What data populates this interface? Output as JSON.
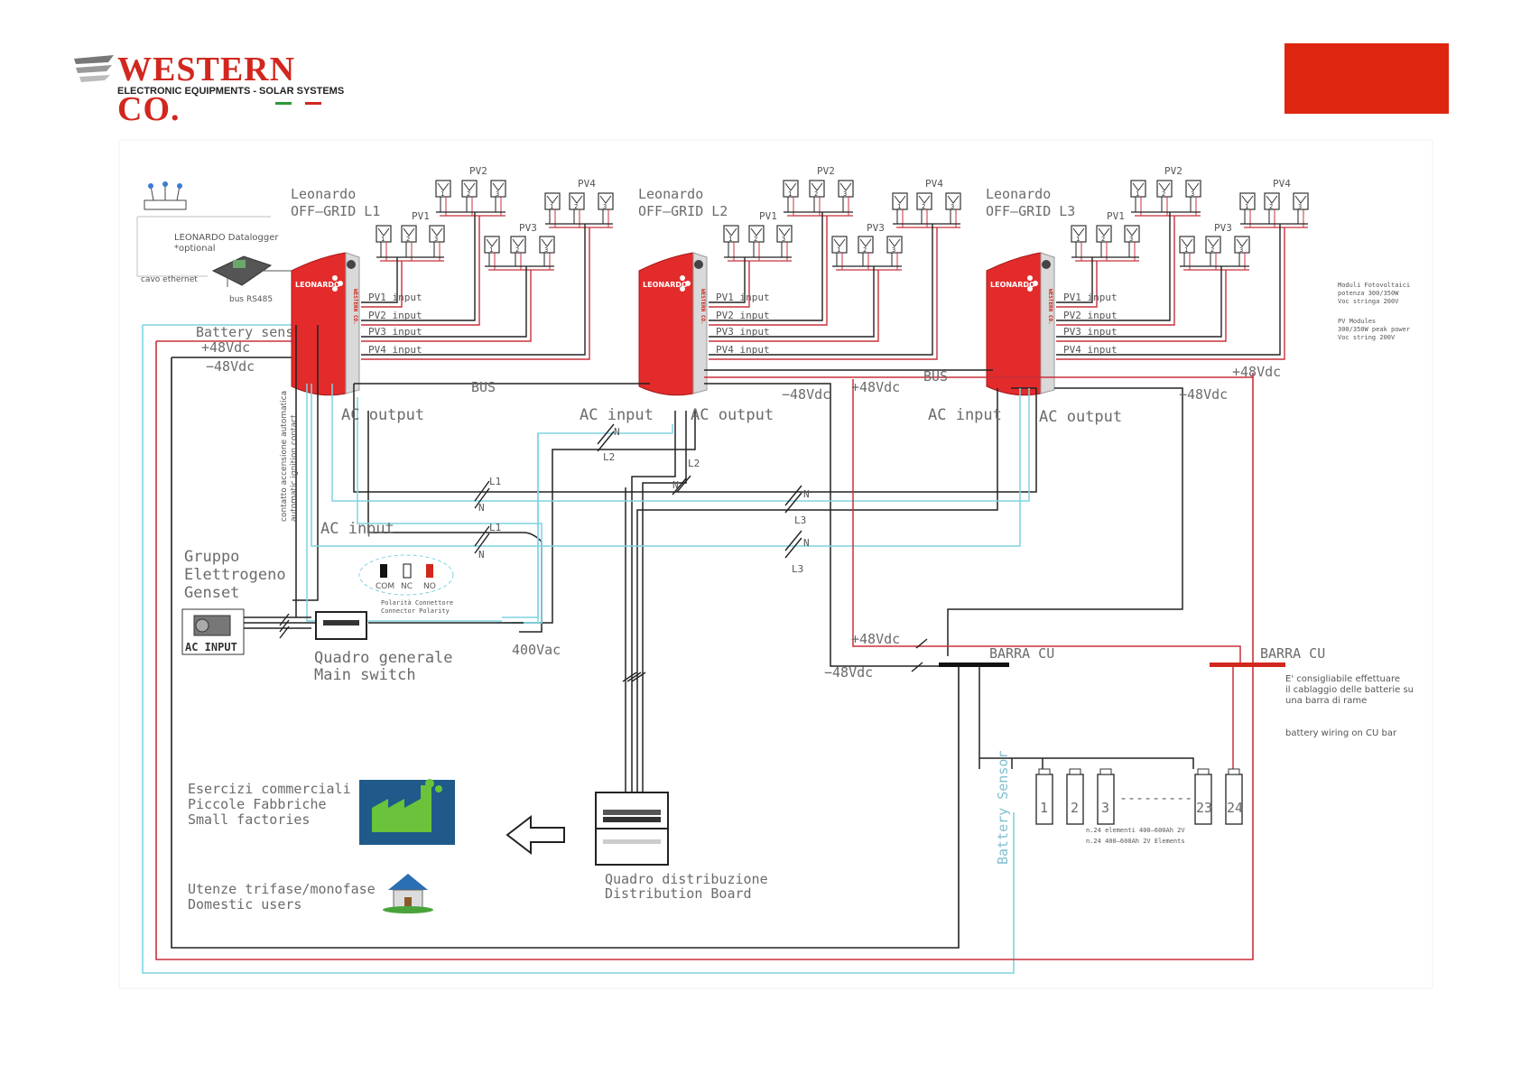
{
  "header": {
    "logo_name": "WESTERN CO.",
    "logo_tagline": "ELECTRONIC EQUIPMENTS - SOLAR SYSTEMS",
    "brand_color": "#d2271e",
    "corner_box_color": "#de2510"
  },
  "datalogger": {
    "title": "LEONARDO Datalogger",
    "subtitle": "*optional",
    "cable_label": "cavo ethernet",
    "bus_label": "bus RS485"
  },
  "inverters": [
    {
      "name": "Leonardo",
      "model": "OFF–GRID L1"
    },
    {
      "name": "Leonardo",
      "model": "OFF–GRID L2"
    },
    {
      "name": "Leonardo",
      "model": "OFF–GRID L3"
    }
  ],
  "inverter_brand_text": "LEONARDO",
  "inverter_side_text": "WESTERN CO.",
  "pv_groups": [
    "PV1",
    "PV2",
    "PV3",
    "PV4"
  ],
  "module_numbers": [
    "1",
    "2",
    "3"
  ],
  "pv_inputs": [
    "PV1 input",
    "PV2 input",
    "PV3 input",
    "PV4 input"
  ],
  "labels": {
    "battery_sensor": "Battery sensor",
    "plus48": "+48Vdc",
    "minus48": "−48Vdc",
    "bus": "BUS",
    "ac_output": "AC output",
    "ac_input": "AC input",
    "l1": "L1",
    "l2": "L2",
    "l3": "L3",
    "n": "N",
    "ignition_contact_it": "contatto accensione automatica",
    "ignition_contact_en": "automatic ignition contact",
    "genset_it_1": "Gruppo",
    "genset_it_2": "Elettrogeno",
    "genset_en": "Genset",
    "ac_input_caps": "AC INPUT",
    "relay_com": "COM",
    "relay_nc": "NC",
    "relay_no": "NO",
    "polarity_it": "Polarità Connettore",
    "polarity_en": "Connector Polarity",
    "main_switch_it": "Quadro generale",
    "main_switch_en": "Main switch",
    "vac400": "400Vac",
    "barra_cu": "BARRA CU",
    "battery_sensor_vertical": "Battery Sensor",
    "dist_board_it": "Quadro distribuzione",
    "dist_board_en": "Distribution Board",
    "commercial_1": "Esercizi commerciali",
    "commercial_2": "Piccole Fabbriche",
    "commercial_3": "Small factories",
    "domestic_1": "Utenze trifase/monofase",
    "domestic_2": "Domestic users",
    "battery_dashes": "---------",
    "battery_spec_it": "n.24 elementi 400–600Ah 2V",
    "battery_spec_en": "n.24 400–600Ah 2V Elements"
  },
  "batteries": [
    "1",
    "2",
    "3",
    "23",
    "24"
  ],
  "notes": {
    "pv_it_1": "Moduli Fotovoltaici",
    "pv_it_2": "potenza 300/350W",
    "pv_it_3": "Voc stringa 200V",
    "pv_en_1": "PV Modules",
    "pv_en_2": "300/350W peak power",
    "pv_en_3": "Voc string 200V",
    "cu_it_1": "E' consigliabile effettuare",
    "cu_it_2": "il cablaggio delle batterie su",
    "cu_it_3": "una barra di rame",
    "cu_en_1": "battery wiring on CU bar"
  },
  "colors": {
    "negative_wire": "#222222",
    "positive_wire": "#c8303c",
    "sensor_wire": "#7fd3e0",
    "inverter_red": "#e32b2b",
    "grey_text": "#6b6b6b"
  }
}
